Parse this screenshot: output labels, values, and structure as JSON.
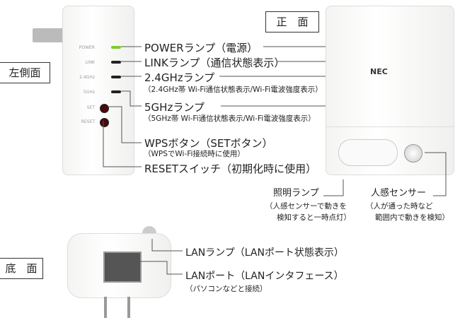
{
  "views": {
    "front": "正　面",
    "left": "左側面",
    "bottom": "底　面"
  },
  "device_labels": {
    "power": "POWER",
    "link": "LINK",
    "g24": "2.4GHz",
    "g5": "5GHz",
    "set": "SET",
    "reset": "RESET",
    "brand": "NEC"
  },
  "callouts": {
    "power": "POWERランプ（電源）",
    "link": "LINKランプ（通信状態表示）",
    "g24": "2.4GHzランプ",
    "g24_sub": "（2.4GHz帯 Wi-Fi通信状態表示/Wi-Fi電波強度表示）",
    "g5": "5GHzランプ",
    "g5_sub": "（5GHz帯 Wi-Fi通信状態表示/Wi-Fi電波強度表示）",
    "wps": "WPSボタン（SETボタン）",
    "wps_sub": "（WPSでWi-Fi接続時に使用）",
    "reset": "RESETスイッチ（初期化時に使用）",
    "light": "照明ランプ",
    "light_sub1": "（人感センサーで動きを",
    "light_sub2": "検知すると一時点灯）",
    "sensor": "人感センサー",
    "sensor_sub1": "（人が通った時など",
    "sensor_sub2": "範囲内で動きを検知）",
    "lan_lamp": "LANランプ（LANポート状態表示）",
    "lan_port": "LANポート（LANインタフェース）",
    "lan_port_sub": "（パソコンなどと接続）"
  },
  "colors": {
    "power_led": "#7ccc2a",
    "button": "#4a0a0a"
  }
}
